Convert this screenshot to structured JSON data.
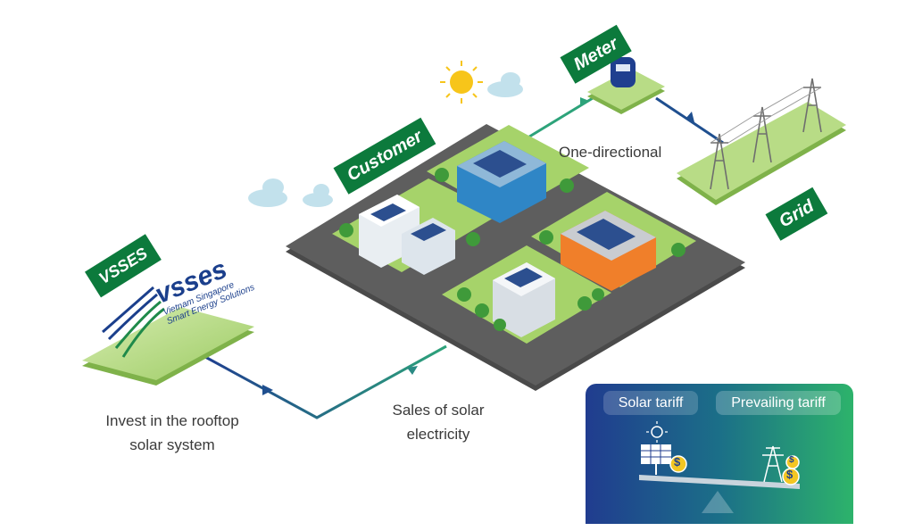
{
  "labels": {
    "vsses_tag": "VSSES",
    "customer_tag": "Customer",
    "meter_tag": "Meter",
    "grid_tag": "Grid"
  },
  "logo": {
    "wordmark": "vsses",
    "line1": "Vietnam Singapore",
    "line2": "Smart Energy Solutions"
  },
  "flows": {
    "invest_line1": "Invest in the rooftop",
    "invest_line2": "solar system",
    "sales_line1": "Sales of solar",
    "sales_line2": "electricity",
    "one_directional": "One-directional"
  },
  "tariff": {
    "solar": "Solar tariff",
    "prevailing": "Prevailing tariff",
    "currency_symbol": "$"
  },
  "colors": {
    "brand_green": "#0c7a3c",
    "flow_green": "#2da37a",
    "flow_blue": "#1f4f8f",
    "land_green": "#a9d36f",
    "road_gray": "#5a5a5a"
  },
  "icons": [
    "sun-icon",
    "cloud-icon",
    "meter-icon",
    "transmission-tower-icon",
    "solar-panel-icon",
    "coin-icon",
    "seesaw-icon"
  ]
}
